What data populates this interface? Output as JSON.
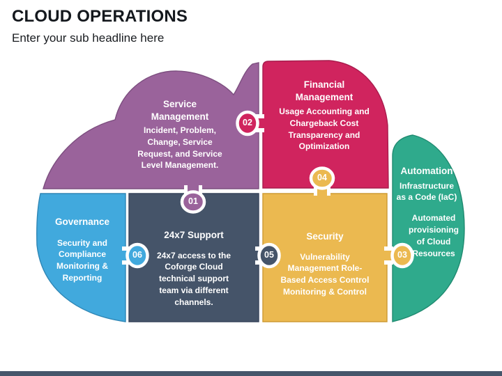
{
  "header": {
    "title": "CLOUD OPERATIONS",
    "subtitle": "Enter your sub headline here"
  },
  "colors": {
    "purple": "#9A639B",
    "crimson": "#D0245E",
    "teal": "#2FAA8C",
    "blue": "#41A9DD",
    "navy": "#455469",
    "yellow": "#EBB950",
    "footer_bar": "#46566B"
  },
  "pieces": {
    "service": {
      "title": "Service Management",
      "body": "Incident, Problem, Change, Service Request, and Service Level Management."
    },
    "financial": {
      "title": "Financial Management",
      "body": "Usage Accounting and Chargeback Cost Transparency and Optimization"
    },
    "automation": {
      "title": "Automation",
      "body1": "Infrastructure as a Code (IaC)",
      "body2": "Automated provisioning of Cloud Resources"
    },
    "governance": {
      "title": "Governance",
      "body": "Security and Compliance Monitoring & Reporting"
    },
    "support": {
      "title": "24x7 Support",
      "body": "24x7 access to the Coforge Cloud technical support team via different channels."
    },
    "security": {
      "title": "Security",
      "body": "Vulnerability Management Role-Based Access Control Monitoring & Control"
    }
  },
  "connectors": {
    "c01": "01",
    "c02": "02",
    "c03": "03",
    "c04": "04",
    "c05": "05",
    "c06": "06"
  }
}
